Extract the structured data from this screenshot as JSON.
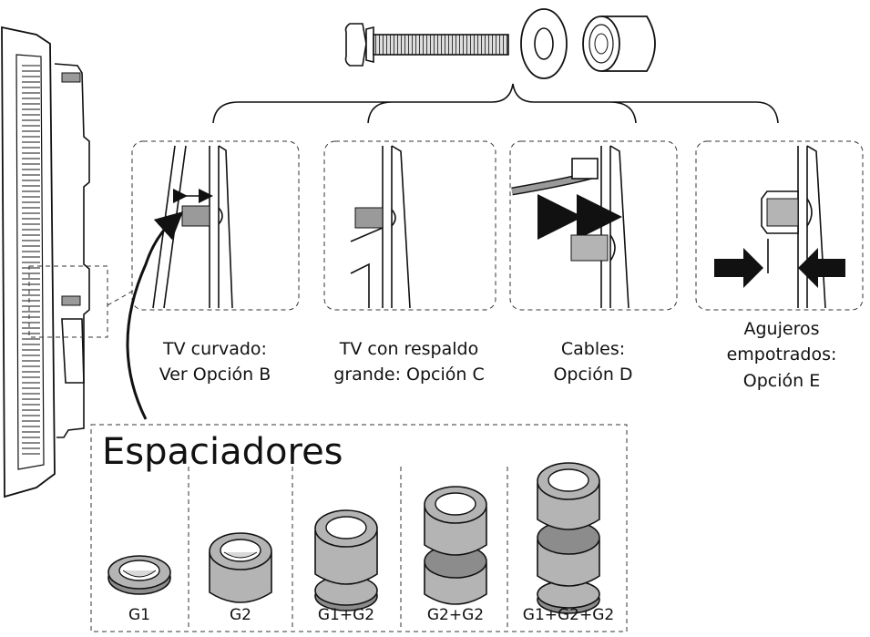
{
  "hardware": {
    "bolt": "bolt-icon",
    "washer": "washer-icon",
    "spacer": "spacer-icon"
  },
  "captions": [
    {
      "lines": [
        "TV curvado:",
        "Ver Opción B"
      ]
    },
    {
      "lines": [
        "TV con respaldo",
        "grande: Opción C"
      ]
    },
    {
      "lines": [
        "Cables:",
        "Opción D"
      ]
    },
    {
      "lines": [
        "Agujeros",
        "empotrados:",
        "Opción E"
      ]
    }
  ],
  "spacers": {
    "title": "Espaciadores",
    "items": [
      {
        "label": "G1"
      },
      {
        "label": "G2"
      },
      {
        "label": "G1+G2"
      },
      {
        "label": "G2+G2"
      },
      {
        "label": "G1+G2+G2"
      }
    ]
  },
  "colors": {
    "ink": "#111111",
    "spacer_fill": "#b4b4b4",
    "spacer_dark": "#8c8c8c",
    "dashed": "#333333"
  }
}
